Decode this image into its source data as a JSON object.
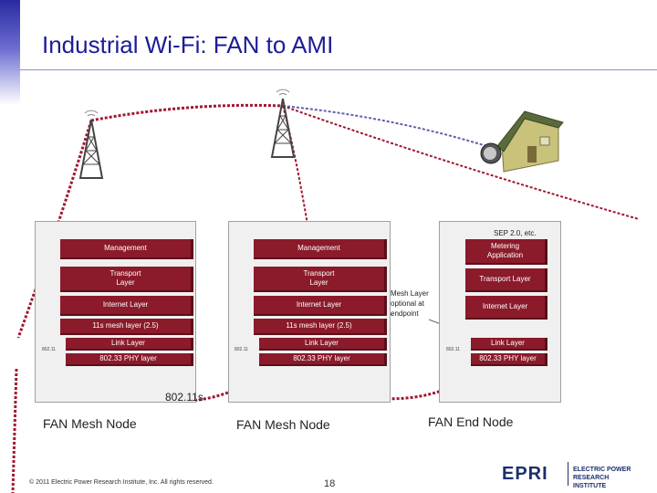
{
  "title": "Industrial Wi-Fi: FAN to AMI",
  "sep_label": "SEP 2.0, etc.",
  "link_80211s": "802.11s",
  "nodes": {
    "left": {
      "label": "FAN Mesh Node",
      "bracket": "802.11",
      "layers": [
        "Management",
        "Transport Layer",
        "Internet Layer",
        "11s mesh layer (2.5)",
        "Link Layer",
        "802.33 PHY layer"
      ]
    },
    "middle": {
      "label": "FAN Mesh Node",
      "bracket": "802.11",
      "layers": [
        "Management",
        "Transport Layer",
        "Internet Layer",
        "11s mesh layer (2.5)",
        "Link Layer",
        "802.33 PHY layer"
      ]
    },
    "right": {
      "label": "FAN End Node",
      "bracket": "802.11",
      "layers": [
        "Metering Application",
        "Transport Layer",
        "Internet Layer",
        "Link Layer",
        "802.33 PHY layer"
      ]
    }
  },
  "callout": "Mesh Layer optional at endpoint",
  "footer": {
    "copyright": "© 2011 Electric Power Research Institute, Inc. All rights reserved.",
    "page": "18"
  },
  "logo": {
    "mark": "EPRI",
    "line1": "ELECTRIC POWER",
    "line2": "RESEARCH INSTITUTE"
  },
  "colors": {
    "layer": "#8b1a2a",
    "title": "#1c1c96",
    "wireless_link": "#a01830",
    "ami_link": "#6060b0"
  }
}
